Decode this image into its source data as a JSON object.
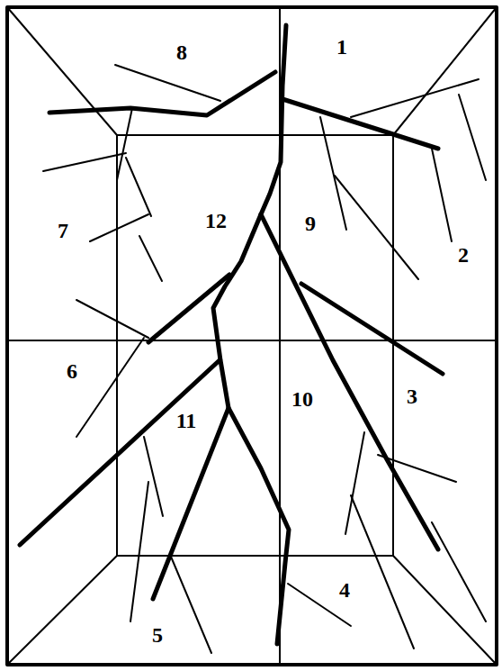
{
  "diagram": {
    "labels": [
      "8",
      "1",
      "12",
      "9",
      "7",
      "2",
      "6",
      "10",
      "3",
      "11",
      "5",
      "4"
    ]
  }
}
